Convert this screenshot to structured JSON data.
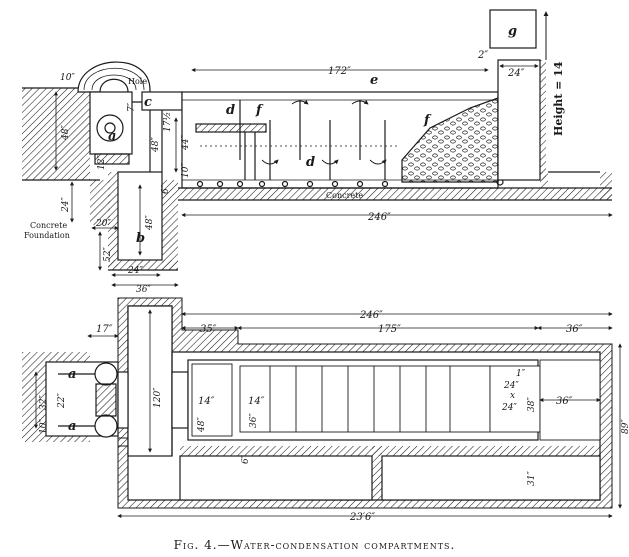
{
  "caption": {
    "prefix": "Fig. 4.",
    "title": "Water-condensation compartments."
  },
  "labels": {
    "fan": "a",
    "fan_plan": "a",
    "pipe": "b",
    "chamber": "c",
    "baffle_1": "d",
    "baffle_2": "d",
    "duct": "e",
    "filter_1": "f",
    "filter_2": "f",
    "box": "g",
    "hole": "Hole",
    "concrete_foundation": "Concrete\nFoundation",
    "concrete": "Concrete",
    "height": "Height = 14"
  },
  "elevation_dims": {
    "d172": "172″",
    "d2": "2″",
    "d24_top": "24″",
    "d246": "246″",
    "d48_left": "48″",
    "d10_fan": "10″",
    "d12": "12″",
    "d24_left": "24″",
    "d20": "20″",
    "d48_pipe": "48″",
    "d52": "52″",
    "d24_bot": "24″",
    "d36_bot": "36″",
    "d44": "44″",
    "d17_5": "17½",
    "d10_in": "10″",
    "d6": "6″",
    "d7": "7″",
    "d48_in": "48″"
  },
  "plan_dims": {
    "d246": "246″",
    "d35": "35″",
    "d175": "175″",
    "d36_top": "36″",
    "d17": "17″",
    "d32": "32″",
    "d22": "22″",
    "d10": "10″",
    "d120": "120″",
    "d14_a": "14″",
    "d14_b": "14″",
    "d48": "48″",
    "d36_in": "36″",
    "d1": "1″",
    "d24_x": "24″",
    "x": "x",
    "d24_x2": "24″",
    "d38": "38″",
    "d36_right": "36″",
    "d89": "89″",
    "d6": "6″",
    "d31": "31″",
    "d23_6": "23′6″"
  }
}
